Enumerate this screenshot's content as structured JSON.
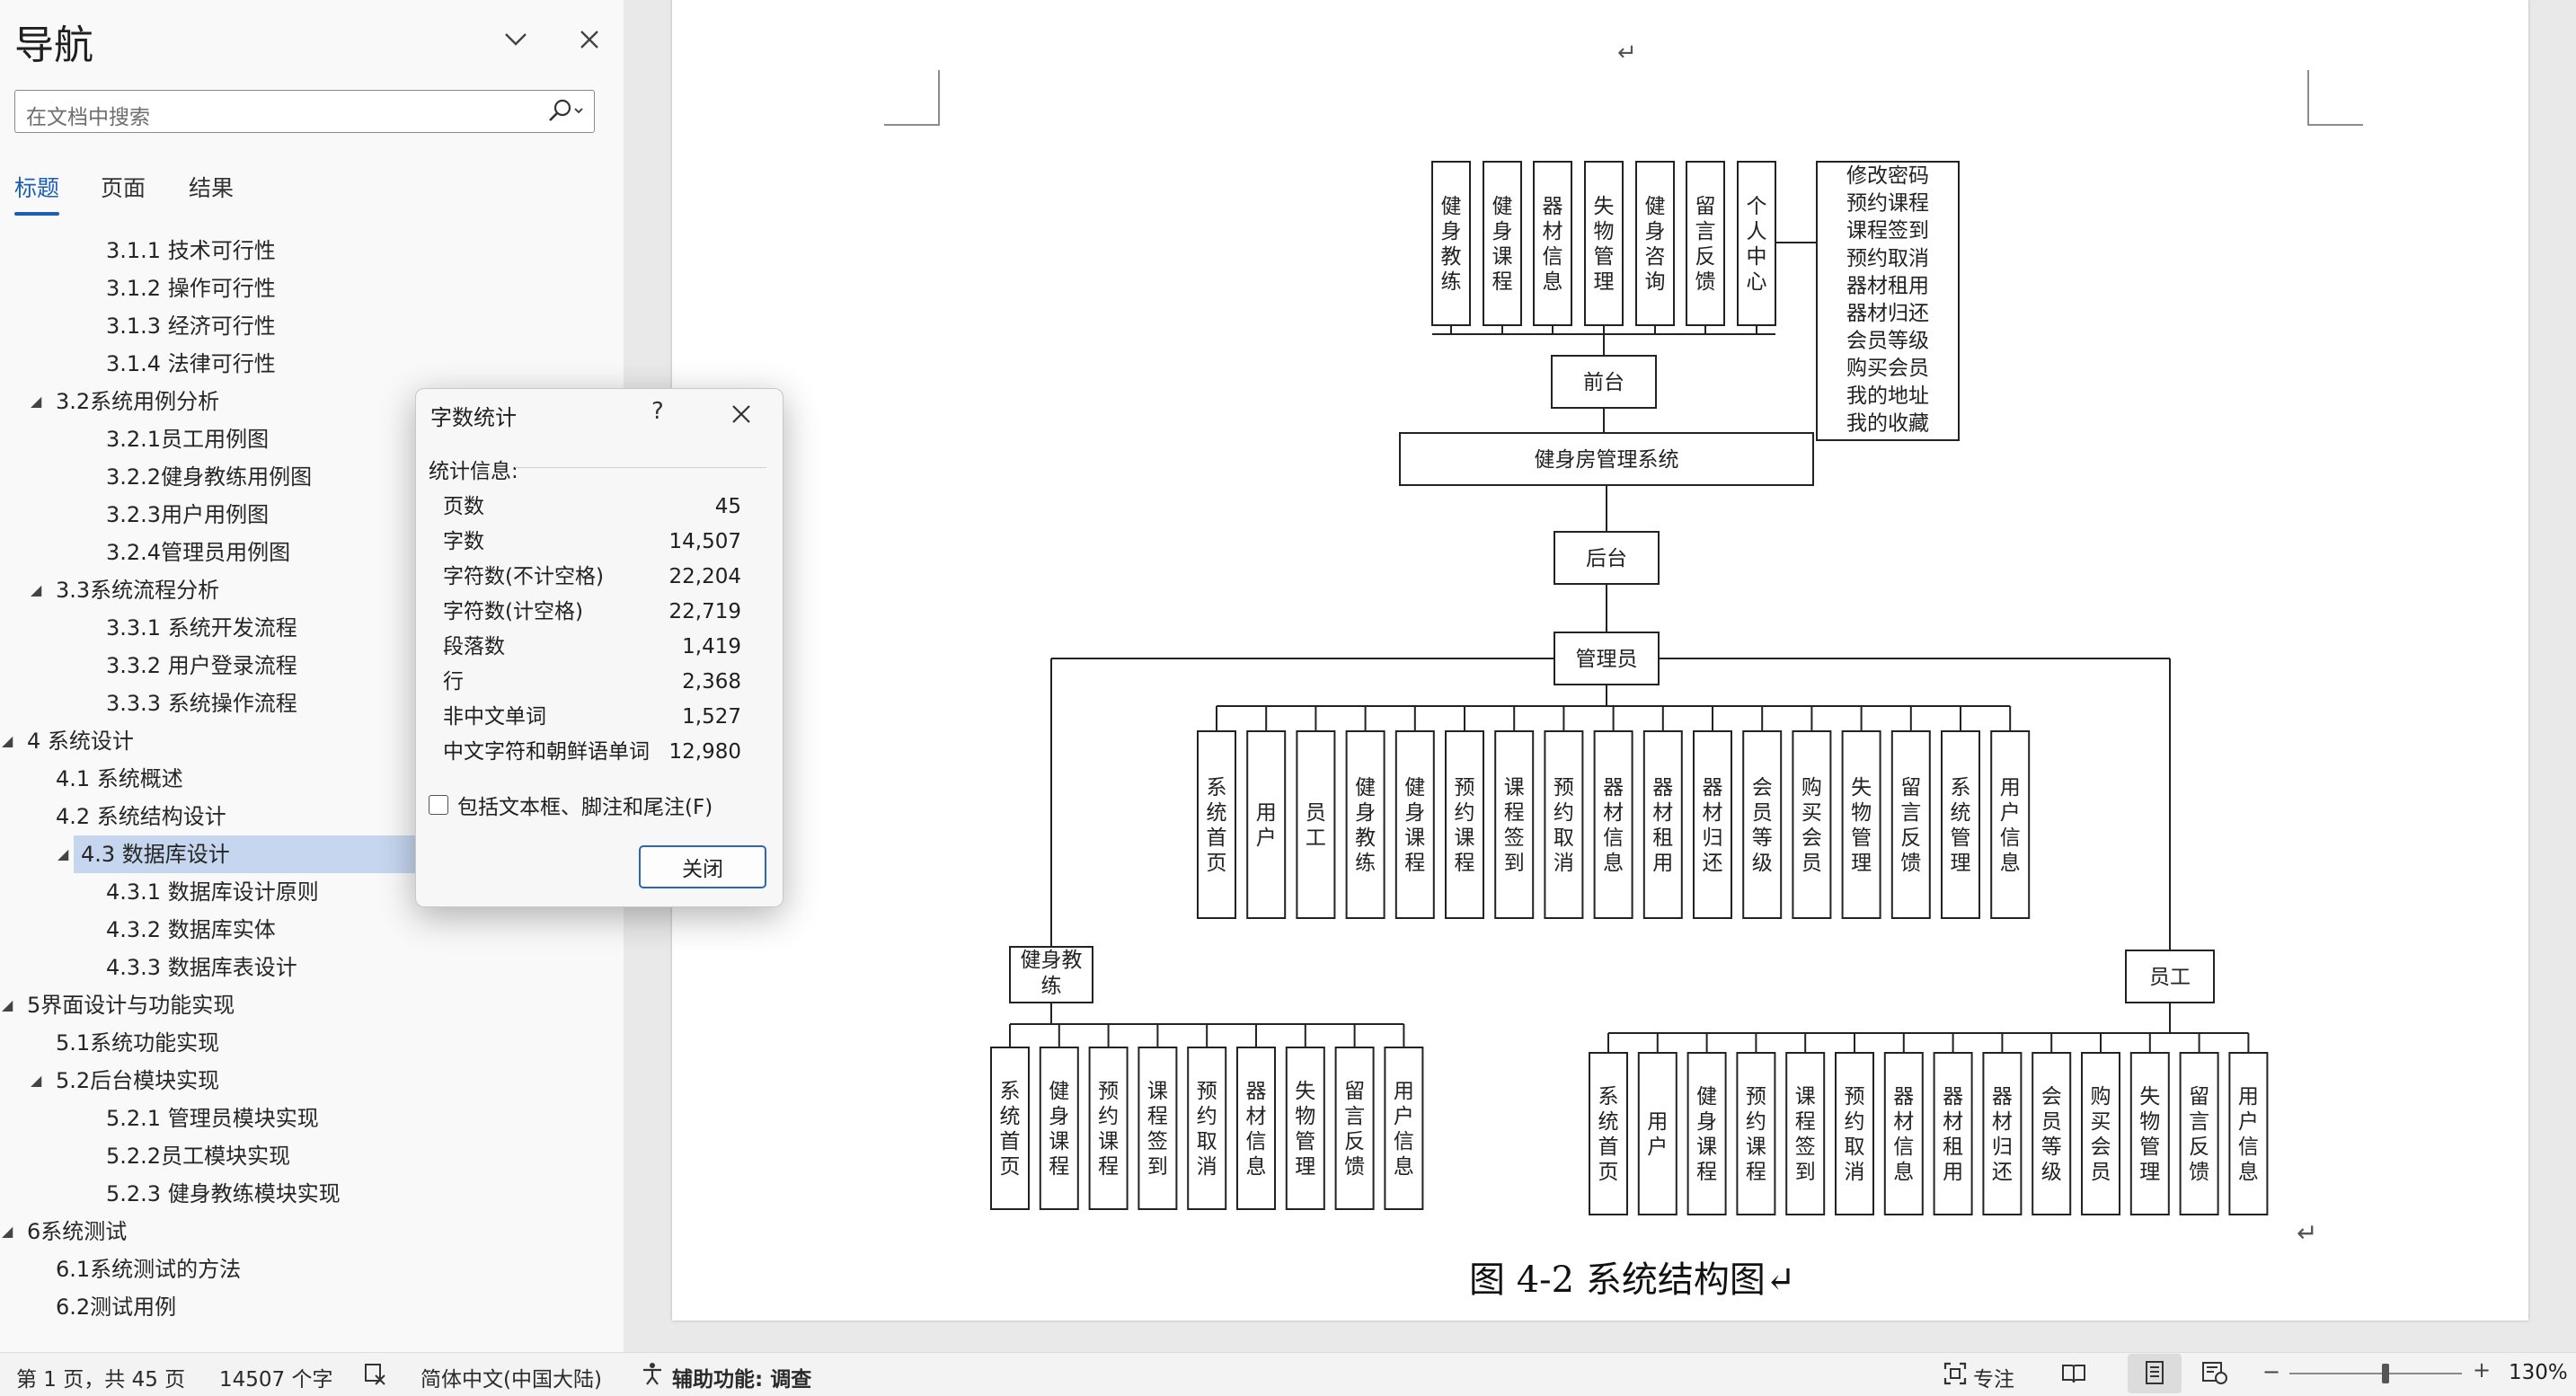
{
  "nav": {
    "title": "导航",
    "search_placeholder": "在文档中搜索",
    "tabs": [
      "标题",
      "页面",
      "结果"
    ],
    "outline": [
      {
        "text": "3.1.1 技术可行性",
        "level": 3
      },
      {
        "text": "3.1.2 操作可行性",
        "level": 3
      },
      {
        "text": "3.1.3 经济可行性",
        "level": 3
      },
      {
        "text": "3.1.4 法律可行性",
        "level": 3
      },
      {
        "text": "3.2系统用例分析",
        "level": 2,
        "expanded": true
      },
      {
        "text": "3.2.1员工用例图",
        "level": 3
      },
      {
        "text": "3.2.2健身教练用例图",
        "level": 3
      },
      {
        "text": "3.2.3用户用例图",
        "level": 3
      },
      {
        "text": "3.2.4管理员用例图",
        "level": 3
      },
      {
        "text": "3.3系统流程分析",
        "level": 2,
        "expanded": true
      },
      {
        "text": "3.3.1 系统开发流程",
        "level": 3
      },
      {
        "text": "3.3.2 用户登录流程",
        "level": 3
      },
      {
        "text": "3.3.3 系统操作流程",
        "level": 3
      },
      {
        "text": "4 系统设计",
        "level": 1,
        "expanded": true
      },
      {
        "text": "4.1 系统概述",
        "level": 2
      },
      {
        "text": "4.2 系统结构设计",
        "level": 2
      },
      {
        "text": "4.3 数据库设计",
        "level": 2,
        "expanded": true,
        "selected": true
      },
      {
        "text": "4.3.1 数据库设计原则",
        "level": 3
      },
      {
        "text": "4.3.2 数据库实体",
        "level": 3
      },
      {
        "text": "4.3.3 数据库表设计",
        "level": 3
      },
      {
        "text": "5界面设计与功能实现",
        "level": 1,
        "expanded": true
      },
      {
        "text": "5.1系统功能实现",
        "level": 2
      },
      {
        "text": "5.2后台模块实现",
        "level": 2,
        "expanded": true
      },
      {
        "text": "5.2.1 管理员模块实现",
        "level": 3
      },
      {
        "text": "5.2.2员工模块实现",
        "level": 3
      },
      {
        "text": "5.2.3 健身教练模块实现",
        "level": 3
      },
      {
        "text": "6系统测试",
        "level": 1,
        "expanded": true
      },
      {
        "text": "6.1系统测试的方法",
        "level": 2
      },
      {
        "text": "6.2测试用例",
        "level": 2
      }
    ]
  },
  "dialog": {
    "title": "字数统计",
    "help": "?",
    "section_label": "统计信息:",
    "stats": [
      {
        "label": "页数",
        "value": "45"
      },
      {
        "label": "字数",
        "value": "14,507"
      },
      {
        "label": "字符数(不计空格)",
        "value": "22,204"
      },
      {
        "label": "字符数(计空格)",
        "value": "22,719"
      },
      {
        "label": "段落数",
        "value": "1,419"
      },
      {
        "label": "行",
        "value": "2,368"
      },
      {
        "label": "非中文单词",
        "value": "1,527"
      },
      {
        "label": "中文字符和朝鲜语单词",
        "value": "12,980"
      }
    ],
    "checkbox_label": "包括文本框、脚注和尾注(F)",
    "checkbox_checked": false,
    "close_button": "关闭"
  },
  "document": {
    "para_mark": "↵",
    "caption": "图 4-2  系统结构图↵",
    "diagram": {
      "front_modules": [
        "健身教练",
        "健身课程",
        "器材信息",
        "失物管理",
        "健身咨询",
        "留言反馈",
        "个人中心"
      ],
      "personal_center_items": [
        "修改密码",
        "预约课程",
        "课程签到",
        "预约取消",
        "器材租用",
        "器材归还",
        "会员等级",
        "购买会员",
        "我的地址",
        "我的收藏"
      ],
      "front_label": "前台",
      "system_label": "健身房管理系统",
      "back_label": "后台",
      "admin_label": "管理员",
      "admin_modules": [
        "系统首页",
        "用户",
        "员工",
        "健身教练",
        "健身课程",
        "预约课程",
        "课程签到",
        "预约取消",
        "器材信息",
        "器材租用",
        "器材归还",
        "会员等级",
        "购买会员",
        "失物管理",
        "留言反馈",
        "系统管理",
        "用户信息"
      ],
      "coach_label": "健身教练",
      "coach_modules": [
        "系统首页",
        "健身课程",
        "预约课程",
        "课程签到",
        "预约取消",
        "器材信息",
        "失物管理",
        "留言反馈",
        "用户信息"
      ],
      "staff_label": "员工",
      "staff_modules": [
        "系统首页",
        "用户",
        "健身课程",
        "预约课程",
        "课程签到",
        "预约取消",
        "器材信息",
        "器材租用",
        "器材归还",
        "会员等级",
        "购买会员",
        "失物管理",
        "留言反馈",
        "用户信息"
      ]
    }
  },
  "status": {
    "page": "第 1 页，共 45 页",
    "words": "14507 个字",
    "language": "简体中文(中国大陆)",
    "accessibility": "辅助功能: 调查",
    "focus": "专注",
    "zoom_minus": "−",
    "zoom_plus": "+",
    "zoom": "130%",
    "zoom_level_percent": 130
  }
}
